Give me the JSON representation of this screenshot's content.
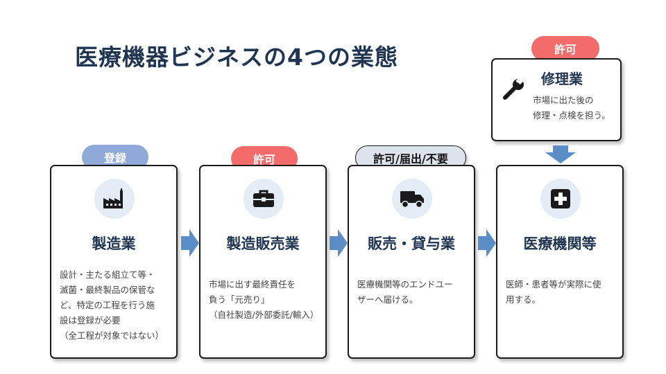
{
  "title": "医療機器ビジネスの4つの業態",
  "colors": {
    "title": "#1f3552",
    "badge_register": "#8fa9d8",
    "badge_permit": "#f36b6b",
    "arrow": "#5b8ec7",
    "icon_circle": "#e4ecf6"
  },
  "cards": [
    {
      "badge": "登録",
      "icon": "factory-icon",
      "title": "製造業",
      "desc": "設計・主たる組立て等・\n滅菌・最終製品の保管な\nど、特定の工程を行う施\n設は登録が必要\n（全工程が対象ではない）"
    },
    {
      "badge": "許可",
      "icon": "briefcase-icon",
      "title": "製造販売業",
      "desc": "市場に出す最終責任を\n負う「元売り」\n（自社製造/外部委託/輸入）"
    },
    {
      "badge": "許可/届出/不要",
      "icon": "truck-icon",
      "title": "販売・貸与業",
      "desc": "医療機関等のエンドユー\nザーへ届ける。"
    },
    {
      "badge": "",
      "icon": "medical-cross-icon",
      "title": "医療機関等",
      "desc": "医師・患者等が実際に使\n用する。"
    }
  ],
  "repair": {
    "badge": "許可",
    "icon": "wrench-icon",
    "title": "修理業",
    "desc": "市場に出た後の\n修理・点検を担う。"
  }
}
